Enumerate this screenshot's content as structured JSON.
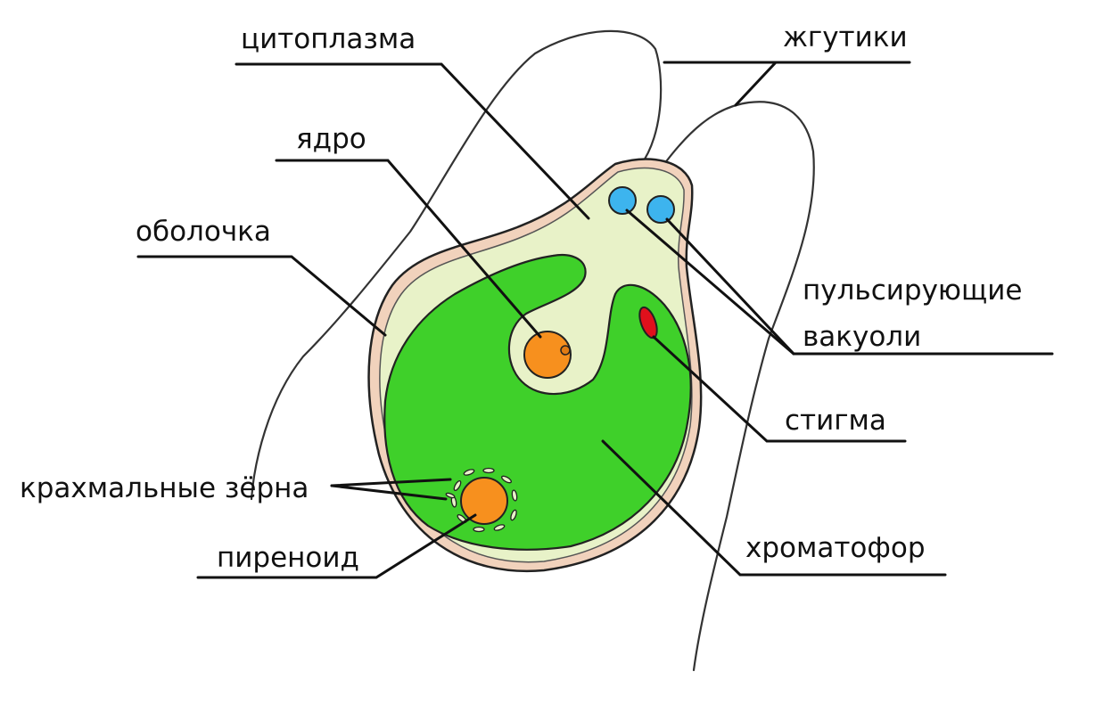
{
  "diagram": {
    "labels": {
      "cytoplasm": "цитоплазма",
      "flagella": "жгутики",
      "nucleus": "ядро",
      "membrane": "оболочка",
      "contractile_vacuoles_line1": "пульсирующие",
      "contractile_vacuoles_line2": "вакуоли",
      "stigma": "стигма",
      "starch_grains": "крахмальные зёрна",
      "pyrenoid": "пиреноид",
      "chromatophore": "хроматофор"
    },
    "colors": {
      "cytoplasm": "#e8f2c8",
      "chromatophore": "#3fd02a",
      "membrane": "#f1d2bc",
      "nucleus": "#f7901e",
      "pyrenoid": "#f7901e",
      "vacuole": "#3db4ee",
      "stigma": "#e0101c",
      "outline": "#222222"
    }
  }
}
